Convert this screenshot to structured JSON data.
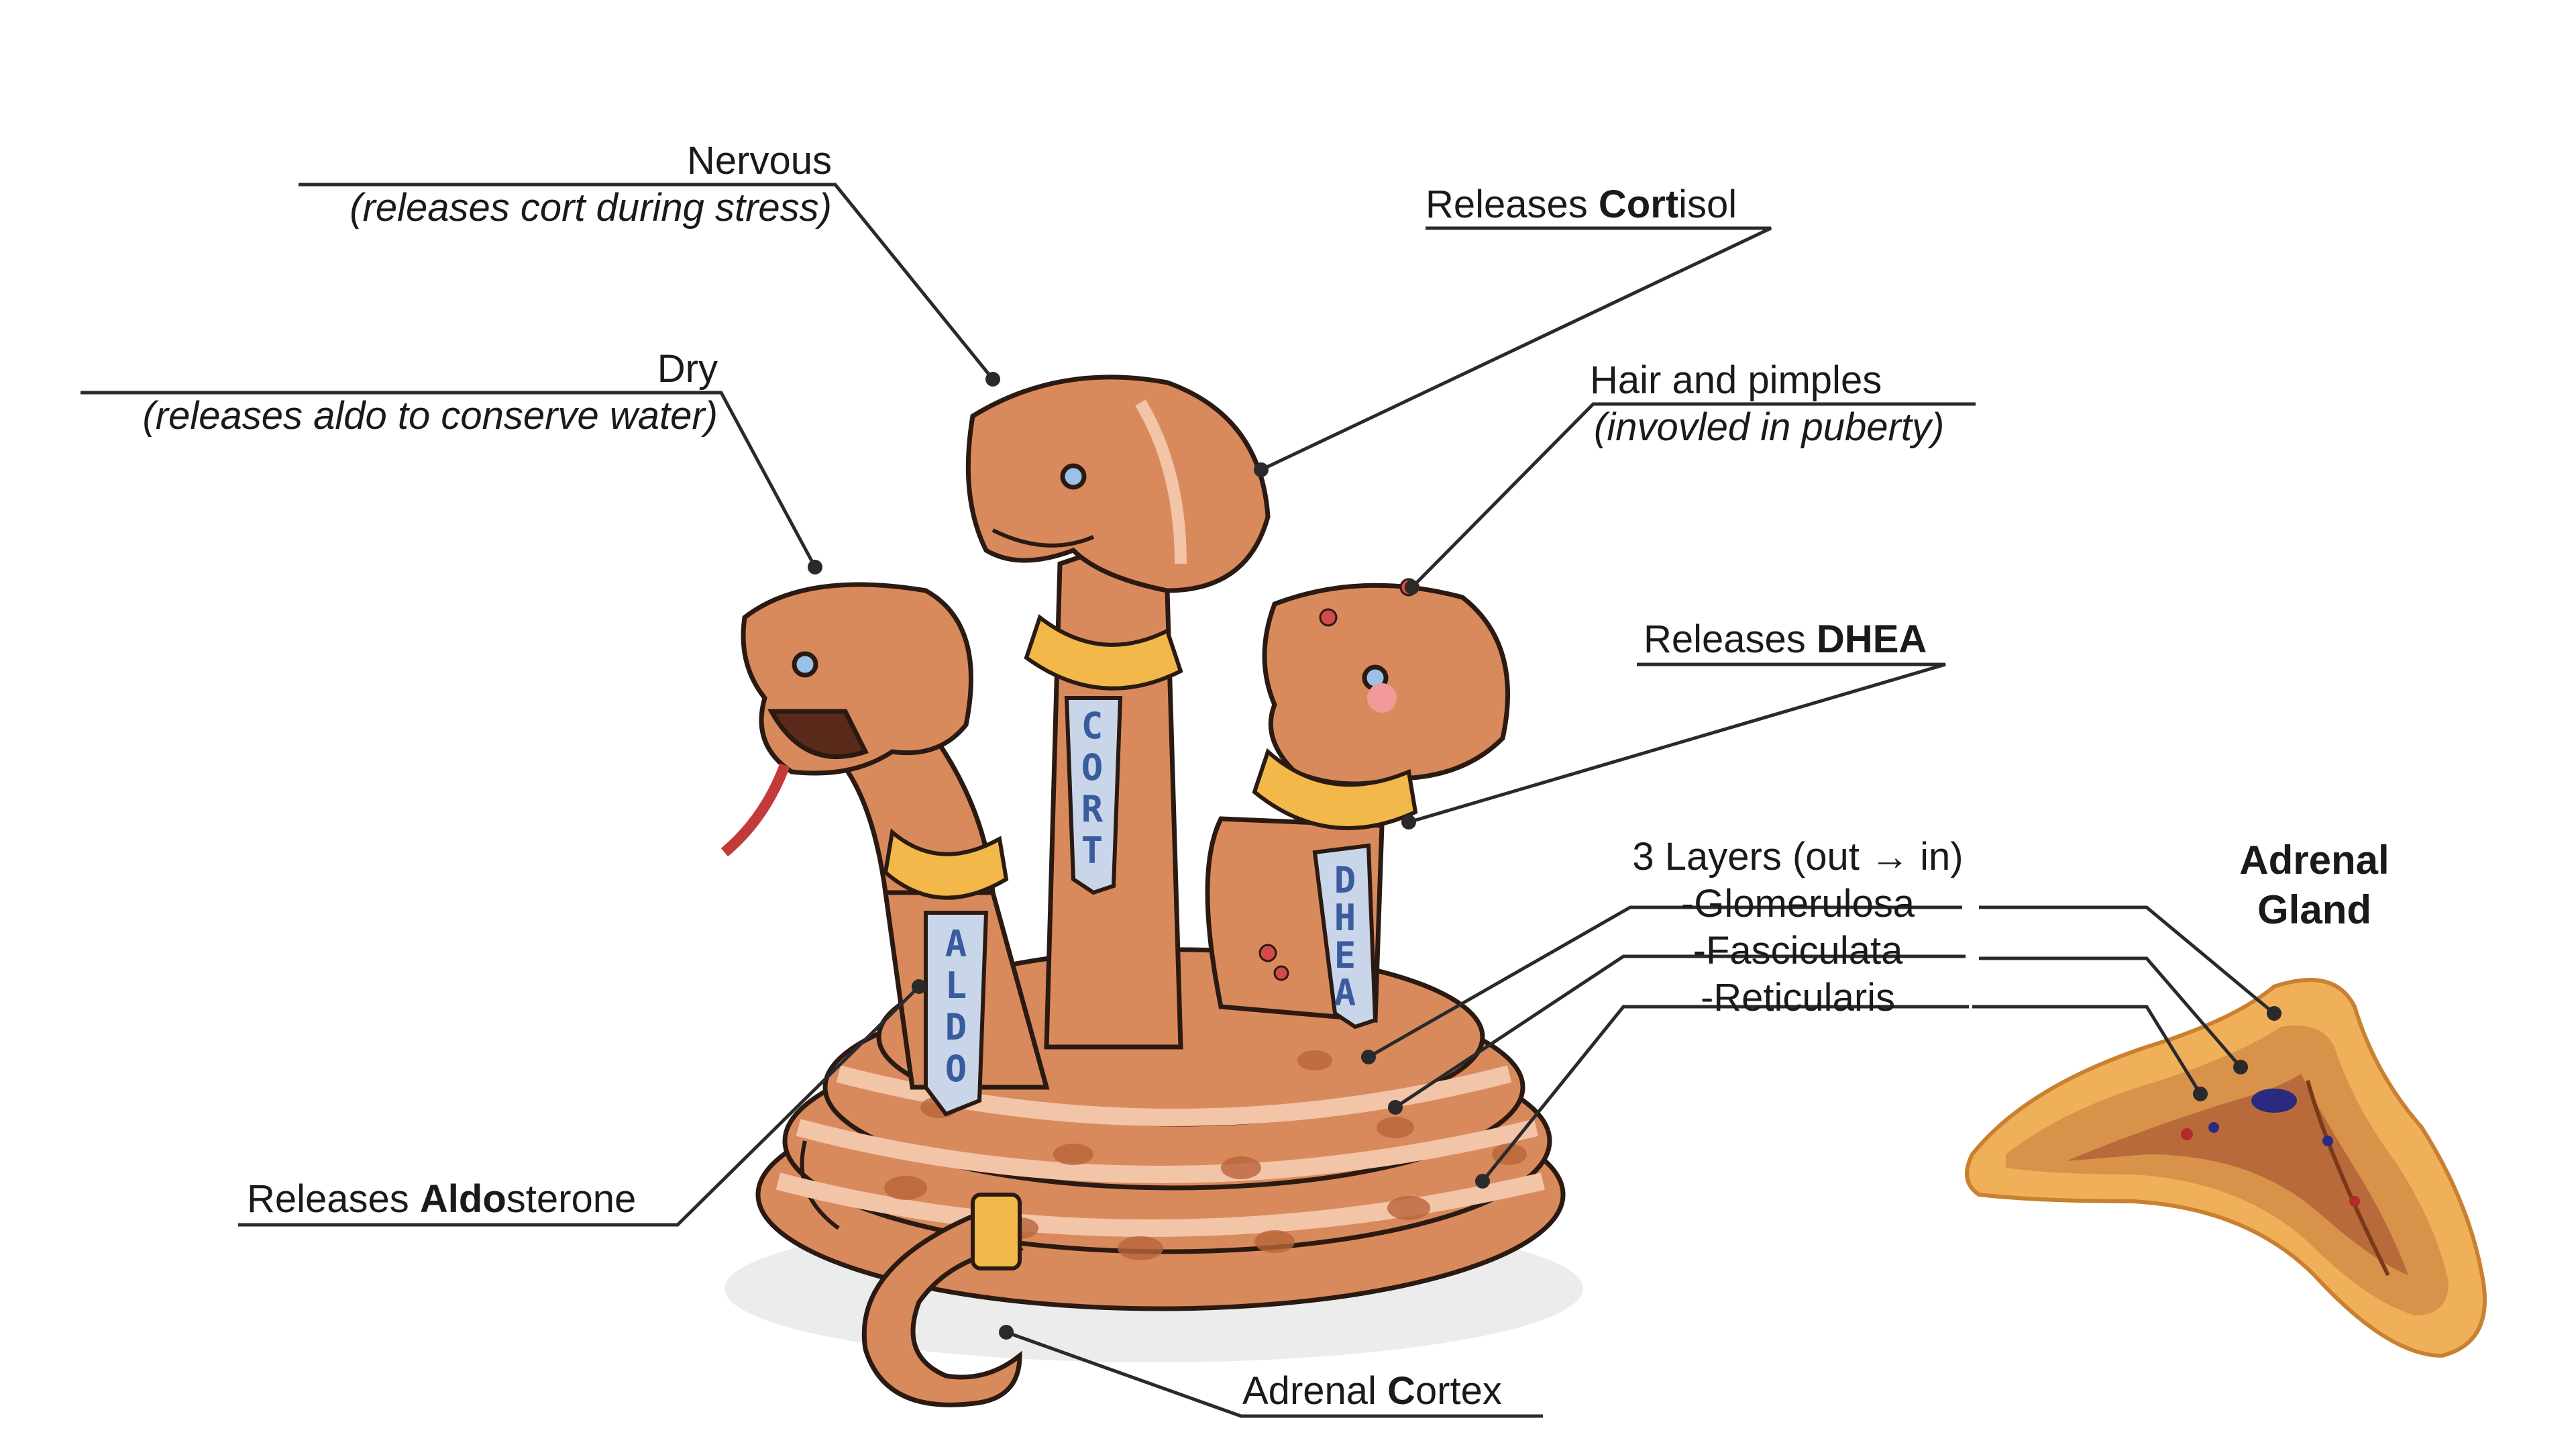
{
  "diagram": {
    "labels": {
      "nervous": {
        "line1": "Nervous",
        "line2": "(releases cort during stress)"
      },
      "cortisol": {
        "prefix": "Releases ",
        "bold": "Cort",
        "suffix": "isol"
      },
      "dry": {
        "line1": "Dry",
        "line2": "(releases aldo to conserve water)"
      },
      "hair": {
        "line1": "Hair and pimples",
        "line2": "(invovled in puberty)"
      },
      "dhea": {
        "prefix": "Releases ",
        "bold": "DHEA"
      },
      "layers": {
        "title": "3 Layers (out → in)",
        "items": [
          "-Glomerulosa",
          "-Fasciculata",
          "-Reticularis"
        ]
      },
      "gland": {
        "line1": "Adrenal",
        "line2": "Gland"
      },
      "aldosterone": {
        "prefix": "Releases ",
        "bold": "Aldo",
        "suffix": "sterone"
      },
      "cortex": {
        "prefix": "Adrenal ",
        "bold": "C",
        "suffix": "ortex"
      }
    },
    "collars": {
      "left": "ALDO",
      "middle": "CORT",
      "right": "DHEA"
    },
    "colors": {
      "snake_body": "#d98a5c",
      "snake_belly": "#f2c4a8",
      "snake_spot": "#b8643a",
      "collar_gold": "#f2b84a",
      "tag_blue": "#c9d6ea",
      "tag_text": "#3a5c9e",
      "outline": "#2a1a12",
      "gland_outer": "#f0b05a",
      "gland_mid": "#d9924a",
      "gland_inner": "#b86a3a",
      "vessel": "#2a2a80"
    }
  }
}
